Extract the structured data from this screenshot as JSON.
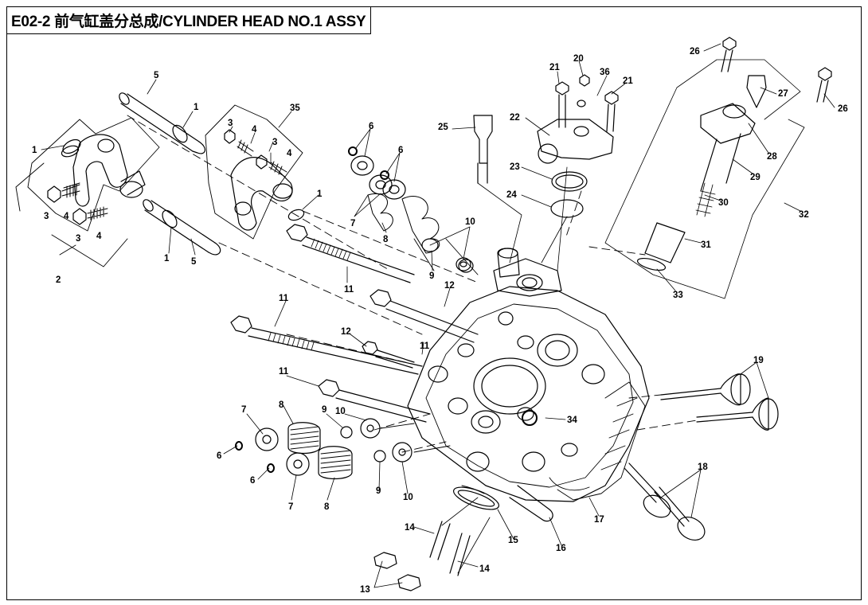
{
  "title": "E02-2 前气缸盖分总成/CYLINDER HEAD NO.1 ASSY",
  "callouts": {
    "c1a": "1",
    "c1b": "1",
    "c1c": "1",
    "c1d": "1",
    "c2": "2",
    "c3a": "3",
    "c3b": "3",
    "c3c": "3",
    "c3d": "3",
    "c4a": "4",
    "c4b": "4",
    "c4c": "4",
    "c4d": "4",
    "c5a": "5",
    "c5b": "5",
    "c6a": "6",
    "c6b": "6",
    "c6c": "6",
    "c6d": "6",
    "c7a": "7",
    "c7b": "7",
    "c7c": "7",
    "c8a": "8",
    "c8b": "8",
    "c8c": "8",
    "c9a": "9",
    "c9b": "9",
    "c9c": "9",
    "c10a": "10",
    "c10b": "10",
    "c10c": "10",
    "c11a": "11",
    "c11b": "11",
    "c11c": "11",
    "c11d": "11",
    "c12a": "12",
    "c12b": "12",
    "c13": "13",
    "c14a": "14",
    "c14b": "14",
    "c15": "15",
    "c16": "16",
    "c17": "17",
    "c18": "18",
    "c19": "19",
    "c20": "20",
    "c21a": "21",
    "c21b": "21",
    "c22": "22",
    "c23": "23",
    "c24": "24",
    "c25": "25",
    "c26a": "26",
    "c26b": "26",
    "c27": "27",
    "c28": "28",
    "c29": "29",
    "c30": "30",
    "c31": "31",
    "c32": "32",
    "c33": "33",
    "c34": "34",
    "c35": "35",
    "c36": "36"
  }
}
